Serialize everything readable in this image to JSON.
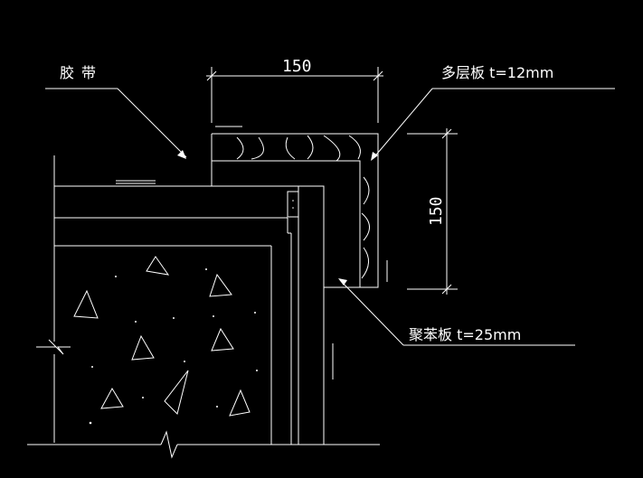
{
  "drawing": {
    "background": "#000000",
    "line_color": "#ffffff",
    "labels": {
      "left_top": "胶带",
      "right_top": "多层板 t=12mm",
      "right_bottom": "聚苯板 t=25mm"
    },
    "dimensions": {
      "horizontal": "150",
      "vertical": "150"
    }
  }
}
